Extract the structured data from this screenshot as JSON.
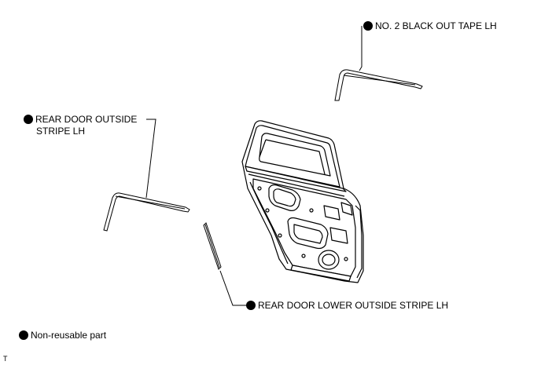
{
  "labels": {
    "black_out_tape": "NO. 2 BLACK OUT TAPE LH",
    "outside_stripe_line1": "REAR DOOR OUTSIDE",
    "outside_stripe_line2": "STRIPE LH",
    "lower_outside_stripe": "REAR DOOR LOWER OUTSIDE STRIPE LH"
  },
  "legend": {
    "non_reusable": "Non-reusable part"
  },
  "corner_mark": "T",
  "colors": {
    "line": "#000000",
    "marker": "#000000"
  }
}
